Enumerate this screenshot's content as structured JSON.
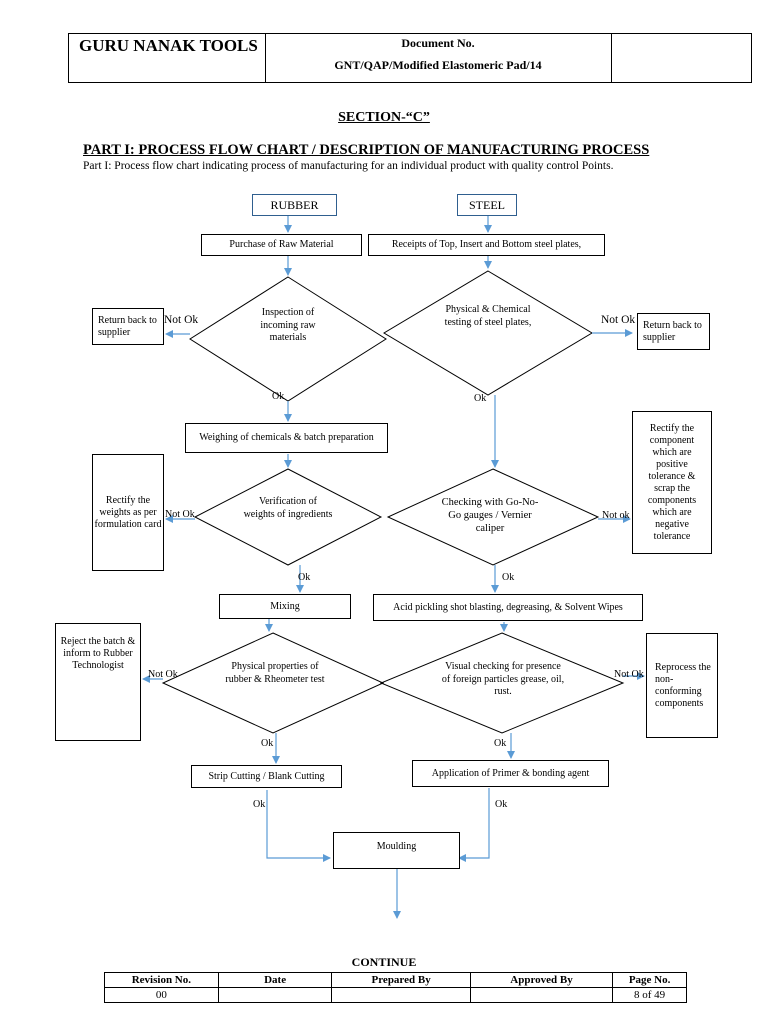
{
  "header": {
    "company": "GURU NANAK TOOLS",
    "doc_label": "Document No.",
    "doc_value": "GNT/QAP/Modified Elastomeric Pad/14"
  },
  "section": "SECTION-“C”",
  "part_title": "PART I: PROCESS FLOW CHART / DESCRIPTION OF MANUFACTURING PROCESS",
  "part_subtitle": "Part I: Process flow chart indicating process of manufacturing for an individual product with quality control Points.",
  "flow": {
    "rubber": "RUBBER",
    "steel": "STEEL",
    "purchase_raw": "Purchase of Raw Material",
    "receipts_steel": "Receipts of Top, Insert and Bottom steel plates,",
    "inspection": "Inspection of incoming raw materials",
    "phys_chem": "Physical & Chemical testing of steel plates,",
    "return_left": "Return back to supplier",
    "return_right": "Return back to supplier",
    "weighing": "Weighing of chemicals & batch preparation",
    "verification": "Verification of weights of ingredients",
    "rectify_weights": "Rectify the weights as per formulation card",
    "gauges": "Checking with Go-No-Go gauges / Vernier caliper",
    "rectify_component": "Rectify the component which are positive tolerance & scrap the components which are negative tolerance",
    "mixing": "Mixing",
    "acid": "Acid pickling shot blasting, degreasing, & Solvent Wipes",
    "physical_props": "Physical properties of rubber & Rheometer test",
    "reject": "Reject the batch & inform to Rubber Technologist",
    "visual": "Visual checking for presence of foreign particles grease, oil, rust.",
    "reprocess": "Reprocess the non-conforming components",
    "strip": "Strip Cutting / Blank Cutting",
    "primer": "Application of Primer & bonding agent",
    "moulding": "Moulding",
    "ok": "Ok",
    "not_ok": "Not Ok",
    "not_ok_lower": "Not ok"
  },
  "continue": "CONTINUE",
  "footer": {
    "headers": [
      "Revision No.",
      "Date",
      "Prepared  By",
      "Approved By",
      "Page No."
    ],
    "values": [
      "00",
      "",
      "",
      "",
      "8 of 49"
    ]
  }
}
